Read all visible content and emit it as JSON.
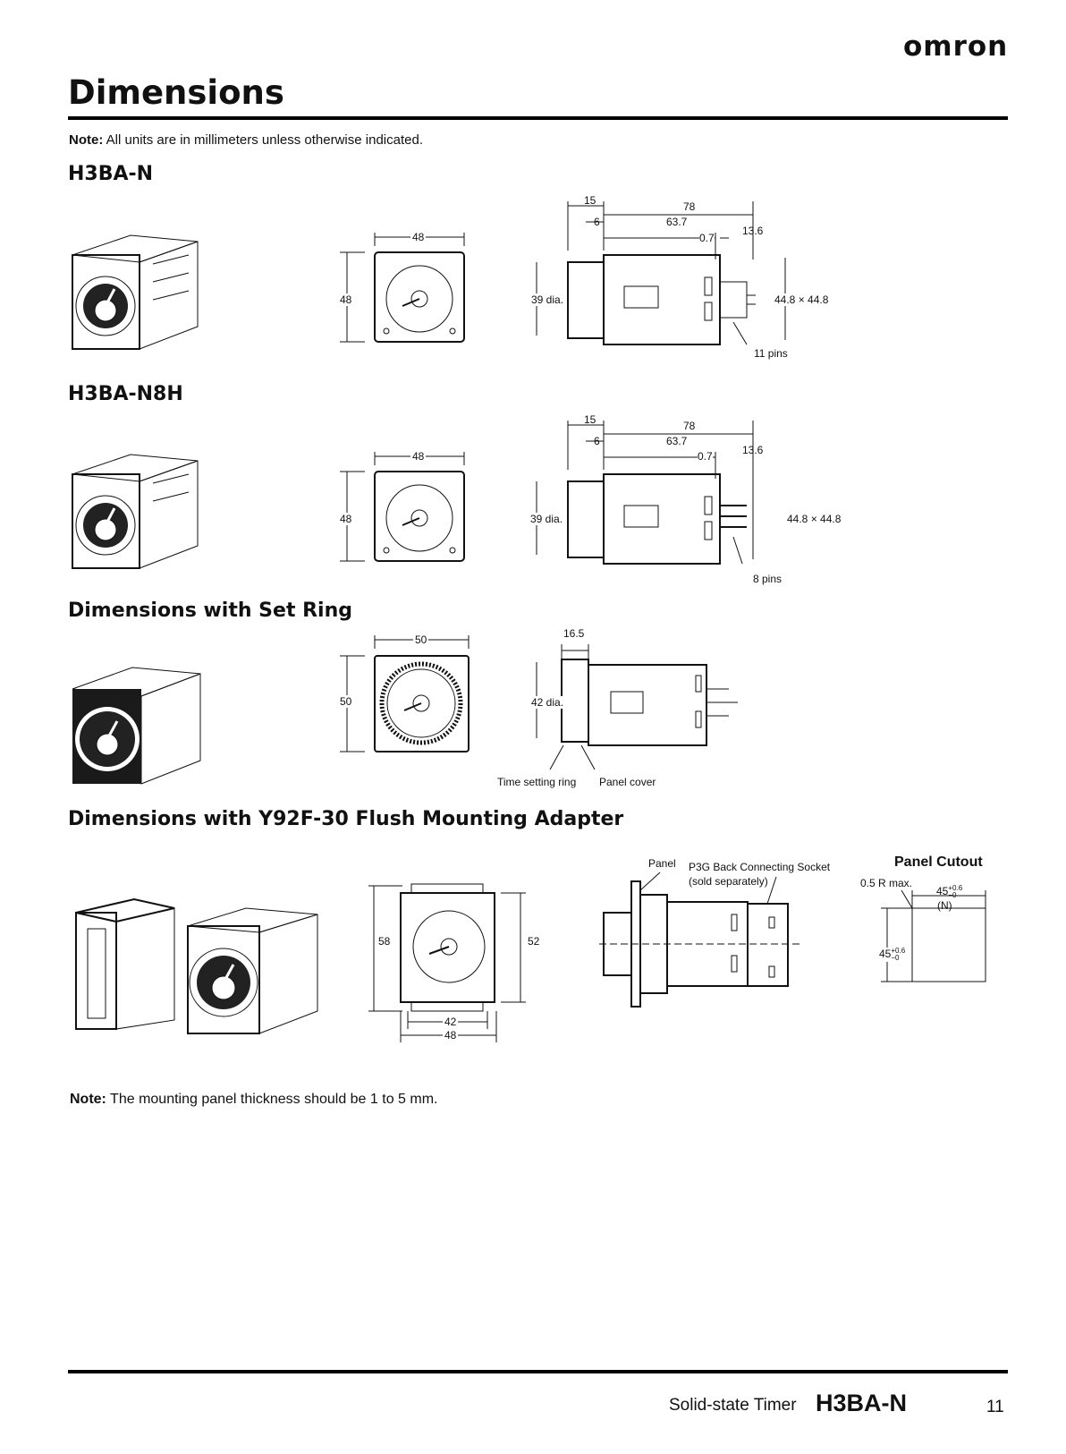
{
  "header": {
    "brand": "omron",
    "title": "Dimensions"
  },
  "note_top": {
    "prefix": "Note:",
    "text": "All units are in millimeters unless otherwise indicated."
  },
  "sections": {
    "s1": {
      "title": "H3BA-N",
      "front_w": "48",
      "front_h": "48",
      "side_dia": "39 dia.",
      "d15": "15",
      "d6": "6",
      "d78": "78",
      "d637": "63.7",
      "d07": "0.7",
      "d136": "13.6",
      "d448": "44.8 × 44.8",
      "pins": "11 pins"
    },
    "s2": {
      "title": "H3BA-N8H",
      "front_w": "48",
      "front_h": "48",
      "side_dia": "39 dia.",
      "d15": "15",
      "d6": "6",
      "d78": "78",
      "d637": "63.7",
      "d07": "0.7",
      "d136": "13.6",
      "d448": "44.8 × 44.8",
      "pins": "8 pins"
    },
    "s3": {
      "title": "Dimensions with Set Ring",
      "front_w": "50",
      "front_h": "50",
      "side_dia": "42 dia.",
      "d165": "16.5",
      "ring": "Time setting ring",
      "cover": "Panel cover"
    },
    "s4": {
      "title": "Dimensions with Y92F-30 Flush Mounting Adapter",
      "h58": "58",
      "h52": "52",
      "w42": "42",
      "w48": "48",
      "panel": "Panel",
      "socket1": "P3G Back Connecting Socket",
      "socket2": "(sold separately)",
      "cutout_title": "Panel Cutout",
      "radius": "0.5 R max.",
      "cut_w": "45",
      "cut_n": "(N)",
      "cut_h": "45",
      "tol_plus": "+0.6",
      "tol_minus": "−0"
    }
  },
  "note_bottom": {
    "prefix": "Note:",
    "text": "The mounting panel thickness should be 1 to 5 mm."
  },
  "footer": {
    "product": "Solid-state Timer",
    "model": "H3BA-N",
    "page": "11"
  }
}
